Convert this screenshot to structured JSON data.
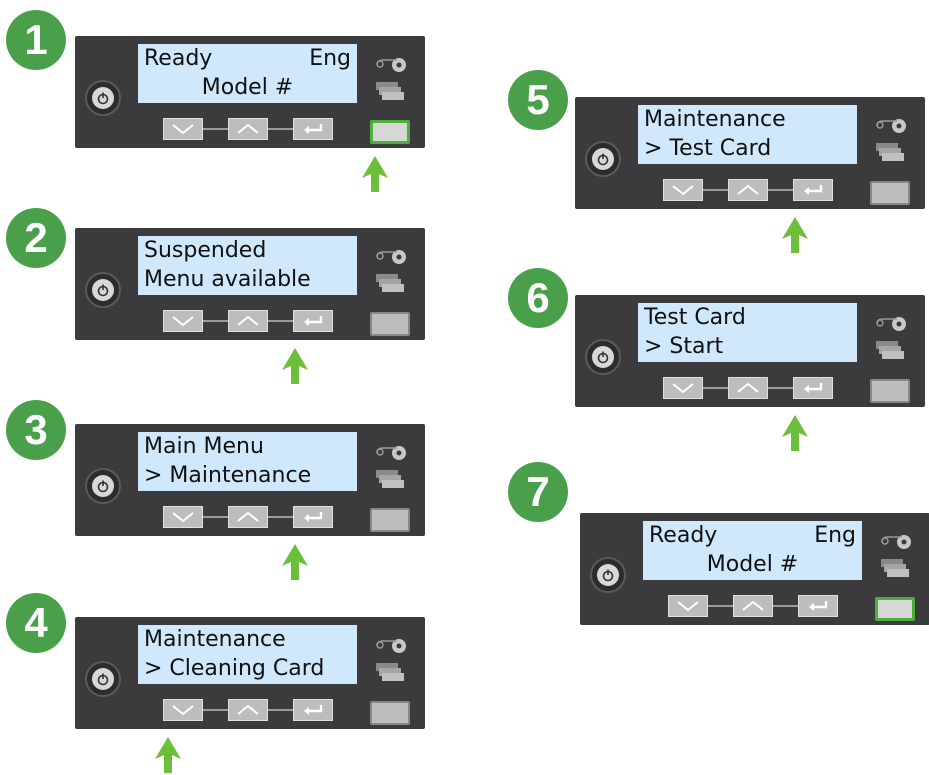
{
  "colors": {
    "badge": "#4aa04a",
    "lcd": "#cfe8fb",
    "panel": "#3b3b3d",
    "arrow": "#6cbf3a",
    "indicator_lit": "#4caf3a"
  },
  "steps": [
    {
      "number": "1",
      "line1_left": "Ready",
      "line1_right": "Eng",
      "line2": "Model #",
      "line2_center": true,
      "pressed": "status-button",
      "indicator_lit": true
    },
    {
      "number": "2",
      "line1_left": "Suspended",
      "line1_right": "",
      "line2": "Menu available",
      "line2_center": false,
      "pressed": "enter-button",
      "indicator_lit": false
    },
    {
      "number": "3",
      "line1_left": "Main Menu",
      "line1_right": "",
      "line2": "> Maintenance",
      "line2_center": false,
      "pressed": "enter-button",
      "indicator_lit": false
    },
    {
      "number": "4",
      "line1_left": "Maintenance",
      "line1_right": "",
      "line2": "> Cleaning Card",
      "line2_center": false,
      "pressed": "down-button",
      "indicator_lit": false
    },
    {
      "number": "5",
      "line1_left": "Maintenance",
      "line1_right": "",
      "line2": "> Test Card",
      "line2_center": false,
      "pressed": "enter-button",
      "indicator_lit": false
    },
    {
      "number": "6",
      "line1_left": "Test Card",
      "line1_right": "",
      "line2": "> Start",
      "line2_center": false,
      "pressed": "enter-button",
      "indicator_lit": false
    },
    {
      "number": "7",
      "line1_left": "Ready",
      "line1_right": "Eng",
      "line2": "Model #",
      "line2_center": true,
      "pressed": "none",
      "indicator_lit": true
    }
  ],
  "icons": [
    "power-icon",
    "down-arrow-icon",
    "up-arrow-icon",
    "enter-icon",
    "ribbon-icon",
    "cards-icon",
    "pointer-arrow-icon"
  ]
}
